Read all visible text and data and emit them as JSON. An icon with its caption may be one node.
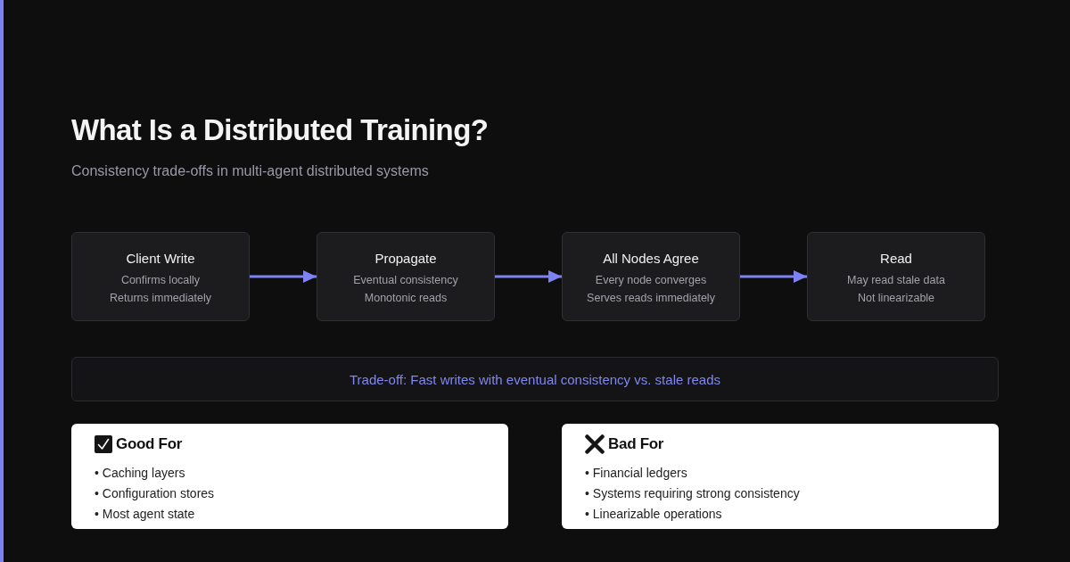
{
  "diagram": {
    "title": "What Is a Distributed Training?",
    "nodes": [
      {
        "text": [
          "Client Write",
          "Confirms locally",
          "Returns immediately"
        ]
      },
      {
        "text": [
          "Propagate",
          "Eventual consistency",
          "Monotonic reads"
        ]
      },
      {
        "text": [
          "All Nodes Agree",
          "Every node converges",
          "Serves reads immediately"
        ]
      },
      {
        "text": [
          "Read",
          "May read stale data",
          "Not linearizable"
        ]
      },
      {
        "text": [
          "Trade-off: Fast writes with eventual consistency vs. stale reads"
        ]
      },
      {
        "text": [
          "Good For",
          "• Caching layers",
          "• Configuration stores",
          "• Most agent state"
        ]
      },
      {
        "text": [
          "Bad For",
          "• Financial ledgers",
          "• Systems requiring strong consistency",
          "• Linearizable operations"
        ]
      }
    ],
    "edges": [
      {
        "from": 0,
        "to": 1,
        "arrow": "to"
      },
      {
        "from": 1,
        "to": 2,
        "arrow": "to"
      },
      {
        "from": 2,
        "to": 3,
        "arrow": "to"
      }
    ],
    "labels": [
      "Consistency trade-offs in multi-agent distributed systems"
    ]
  }
}
